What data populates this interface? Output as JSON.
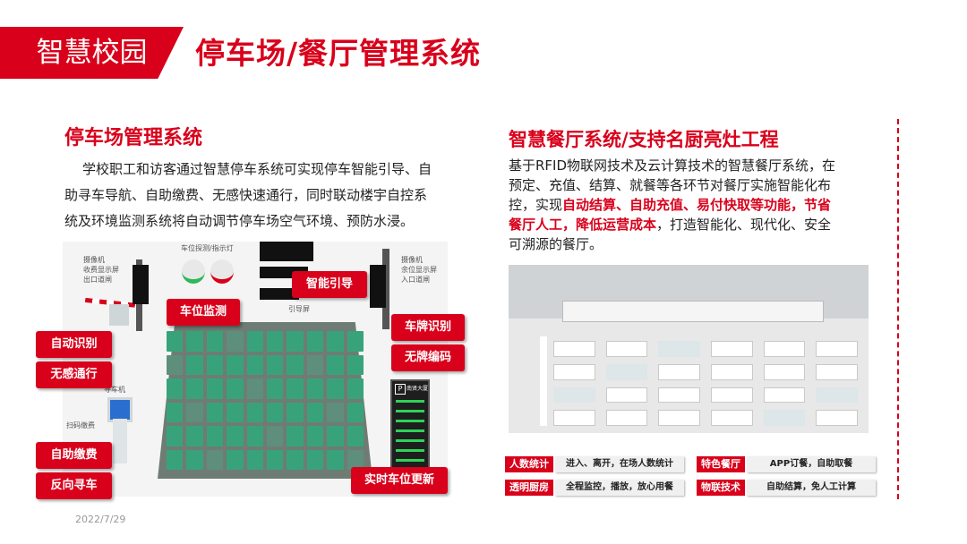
{
  "header": {
    "badge": "智慧校园",
    "title": "停车场/餐厅管理系统"
  },
  "parking": {
    "title": "停车场管理系统",
    "lines": [
      "学校职工和访客通过智慧停车系统可实现停车智能引导、自",
      "助寻车导航、自助缴费、无感快速通行，同时联动楼宇自控系",
      "统及环境监测系统将自动调节停车场空气环境、预防水浸。"
    ],
    "diagram_labels": {
      "exit_cam": [
        "摄像机",
        "收费显示屏",
        "出口道闸"
      ],
      "entry_cam": [
        "摄像机",
        "余位显示屏",
        "入口道闸"
      ],
      "detector": "车位探测/指示灯",
      "guide_screen": "引导屏",
      "kiosk_find": "寻车机",
      "kiosk_pay": "扫码缴费",
      "sign_name": "南贤大厦"
    },
    "tags": [
      "自动识别",
      "无感通行",
      "自助缴费",
      "反向寻车",
      "车位监测",
      "智能引导",
      "车牌识别",
      "无牌编码",
      "实时车位更新"
    ]
  },
  "restaurant": {
    "title": "智慧餐厅系统/支持名厨亮灶工程",
    "line1": "基于RFID物联网技术及云计算技术的智慧餐厅系统，在",
    "line2": "预定、充值、结算、就餐等各环节对餐厅实施智能化布",
    "line3_pre": "控，实现",
    "line3_hl": "自动结算、自助充值、易付快取等功能，节省",
    "line4_hl": "餐厅人工，降低运营成本",
    "line4_post": "，打造智能化、现代化、安全",
    "line5": "可溯源的餐厅。",
    "features": [
      {
        "label": "人数统计",
        "desc": "进入、离开，在场人数统计"
      },
      {
        "label": "特色餐厅",
        "desc": "APP订餐，自助取餐"
      },
      {
        "label": "透明厨房",
        "desc": "全程监控，播放，放心用餐"
      },
      {
        "label": "物联技术",
        "desc": "自助结算，免人工计算"
      }
    ]
  },
  "footer": {
    "date": "2022/7/29"
  },
  "colors": {
    "accent": "#d9001b",
    "slot": "#38a37a"
  }
}
